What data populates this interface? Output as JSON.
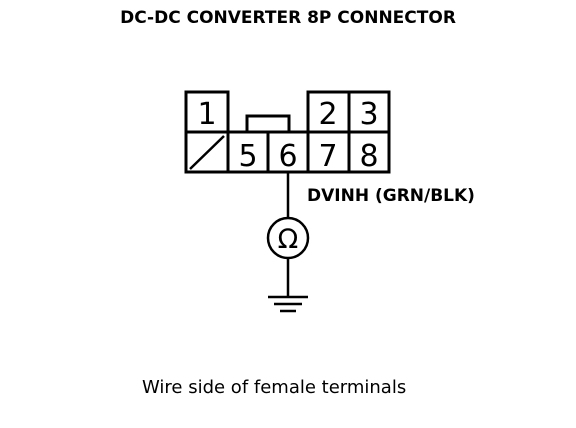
{
  "title": "DC-DC CONVERTER 8P CONNECTOR",
  "connector": {
    "terminals": {
      "t1": "1",
      "t2": "2",
      "t3": "3",
      "t5": "5",
      "t6": "6",
      "t7": "7",
      "t8": "8"
    }
  },
  "wire_label": "DVINH (GRN/BLK)",
  "meter_symbol": "Ω",
  "footer": "Wire side of female terminals"
}
